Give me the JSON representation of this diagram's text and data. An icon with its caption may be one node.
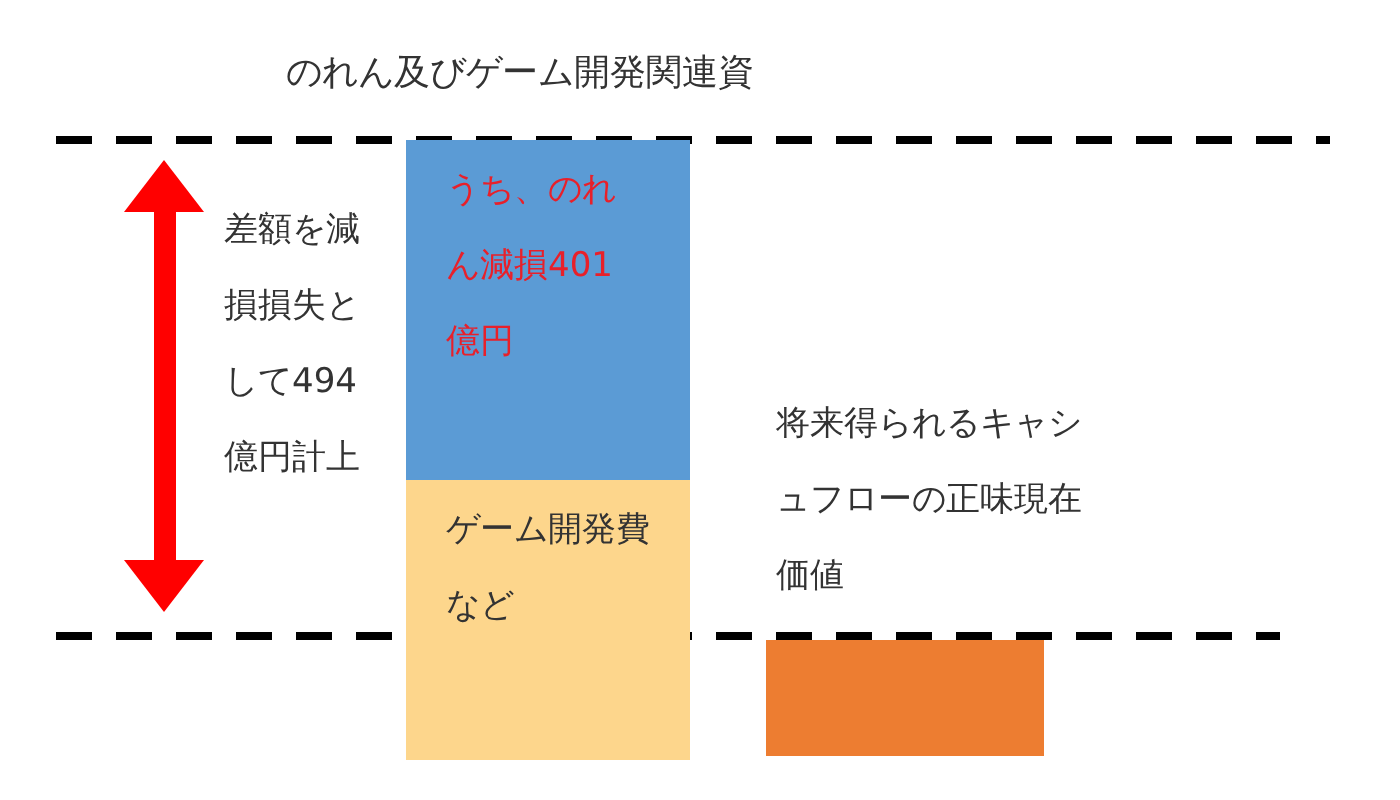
{
  "diagram": {
    "title": "のれん及びゲーム開発関連資",
    "nodes": [
      {
        "text": [
          "うち、のれん減損401億円"
        ]
      },
      {
        "text": [
          "ゲーム開発費など"
        ]
      },
      {
        "text": [],
        "shape": "bar"
      }
    ],
    "labels": [
      "差額を減損損失として494億円計上",
      "将来得られるキャシュフローの正味現在価値"
    ]
  }
}
